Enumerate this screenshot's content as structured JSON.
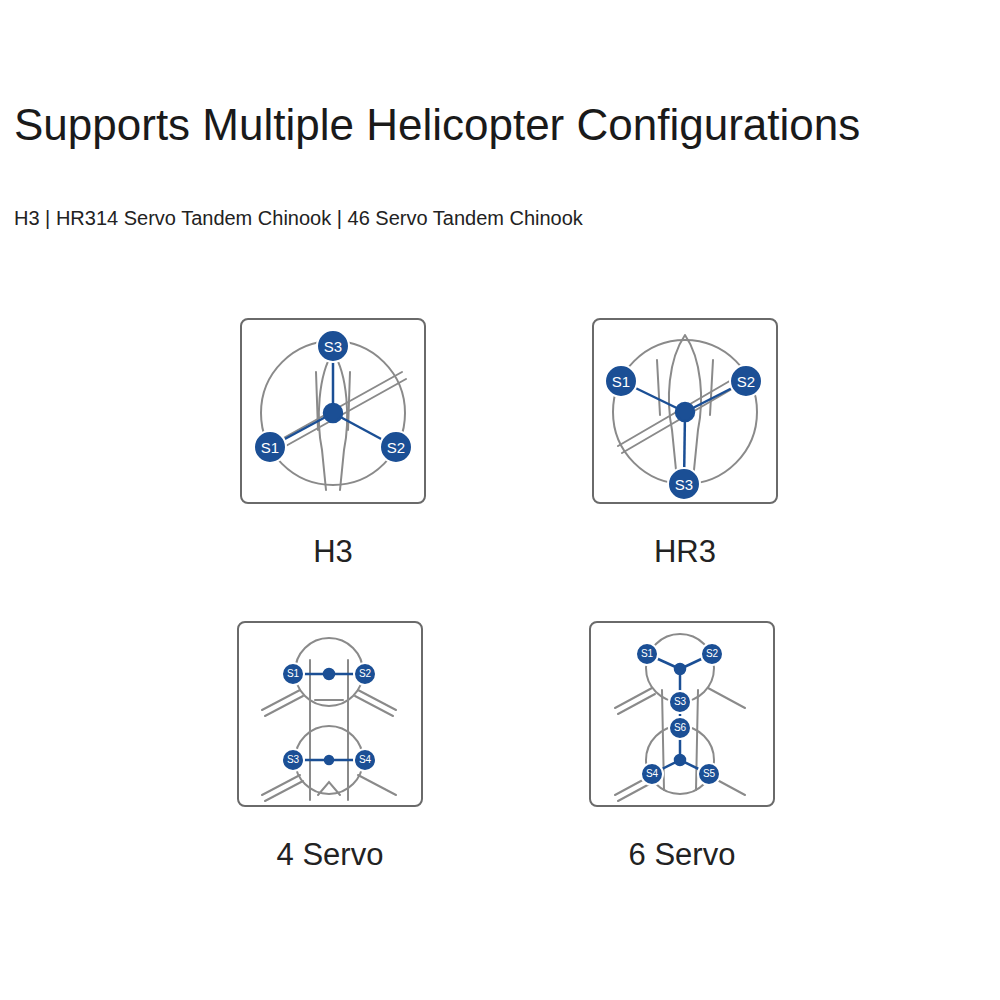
{
  "diagram": {
    "title": "Supports Multiple Helicopter Configurations",
    "nodes": [
      {
        "text": [
          "H3"
        ]
      },
      {
        "text": [
          "S3"
        ],
        "in": 0
      },
      {
        "text": [
          "S1"
        ],
        "in": 0
      },
      {
        "text": [
          "S2"
        ],
        "in": 0
      },
      {
        "text": [
          "HR3"
        ]
      },
      {
        "text": [
          "S1"
        ],
        "in": 4
      },
      {
        "text": [
          "S2"
        ],
        "in": 4
      },
      {
        "text": [
          "S3"
        ],
        "in": 4
      },
      {
        "text": [
          "4 Servo"
        ]
      },
      {
        "text": [
          "S1"
        ],
        "in": 8
      },
      {
        "text": [
          "S2"
        ],
        "in": 8
      },
      {
        "text": [
          "S3"
        ],
        "in": 8
      },
      {
        "text": [
          "S4"
        ],
        "in": 8
      },
      {
        "text": [
          "6 Servo"
        ]
      },
      {
        "text": [
          "S1"
        ],
        "in": 13
      },
      {
        "text": [
          "S2"
        ],
        "in": 13
      },
      {
        "text": [
          "S3"
        ],
        "in": 13
      },
      {
        "text": [
          "S6"
        ],
        "in": 13
      },
      {
        "text": [
          "S4"
        ],
        "in": 13
      },
      {
        "text": [
          "S5"
        ],
        "in": 13
      }
    ],
    "edges": [
      {
        "from": 16,
        "to": 17,
        "arrow": "none"
      }
    ],
    "labels": [
      "H3 | HR314 Servo Tandem Chinook | 46 Servo Tandem Chinook"
    ]
  }
}
